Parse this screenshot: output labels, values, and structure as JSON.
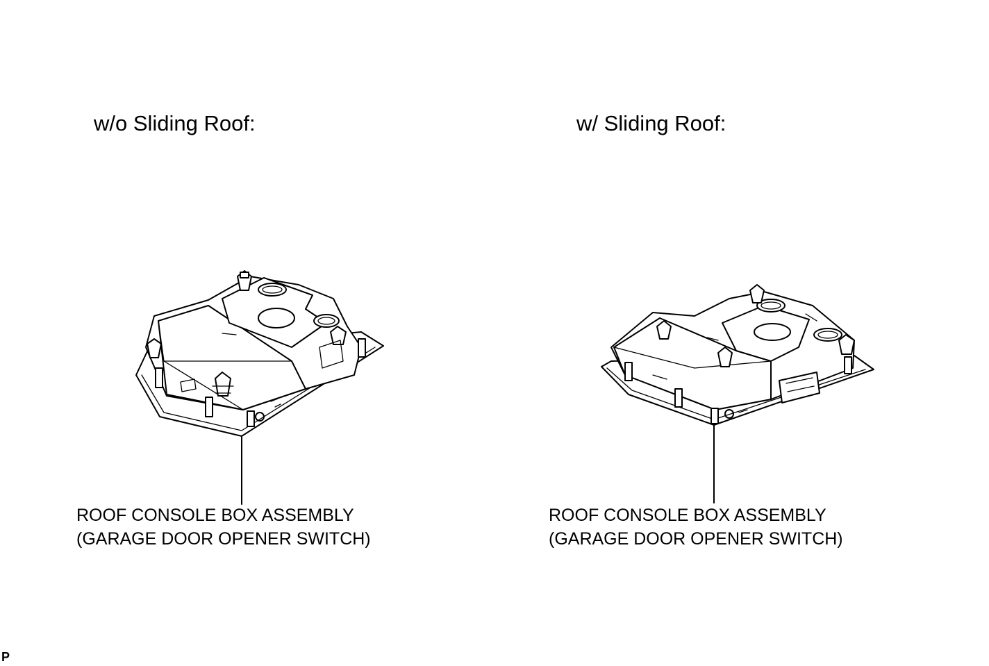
{
  "panels": [
    {
      "heading": "w/o Sliding Roof:",
      "label_line1": "ROOF CONSOLE BOX ASSEMBLY",
      "label_line2": "(GARAGE DOOR OPENER SWITCH)"
    },
    {
      "heading": "w/ Sliding Roof:",
      "label_line1": "ROOF CONSOLE BOX ASSEMBLY",
      "label_line2": "(GARAGE DOOR OPENER SWITCH)"
    }
  ],
  "corner_mark": "P"
}
